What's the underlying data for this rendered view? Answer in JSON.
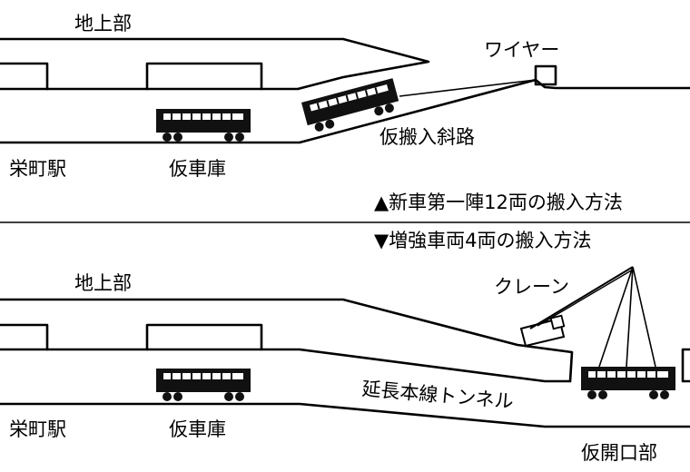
{
  "top": {
    "surface": "地上部",
    "wire": "ワイヤー",
    "ramp": "仮搬入斜路",
    "station": "栄町駅",
    "depot": "仮車庫"
  },
  "method_new": "▲新車第一陣12両の搬入方法",
  "method_add": "▼増強車両4両の搬入方法",
  "bottom": {
    "surface": "地上部",
    "crane": "クレーン",
    "tunnel": "延長本線トンネル",
    "station": "栄町駅",
    "depot": "仮車庫",
    "opening": "仮開口部"
  }
}
